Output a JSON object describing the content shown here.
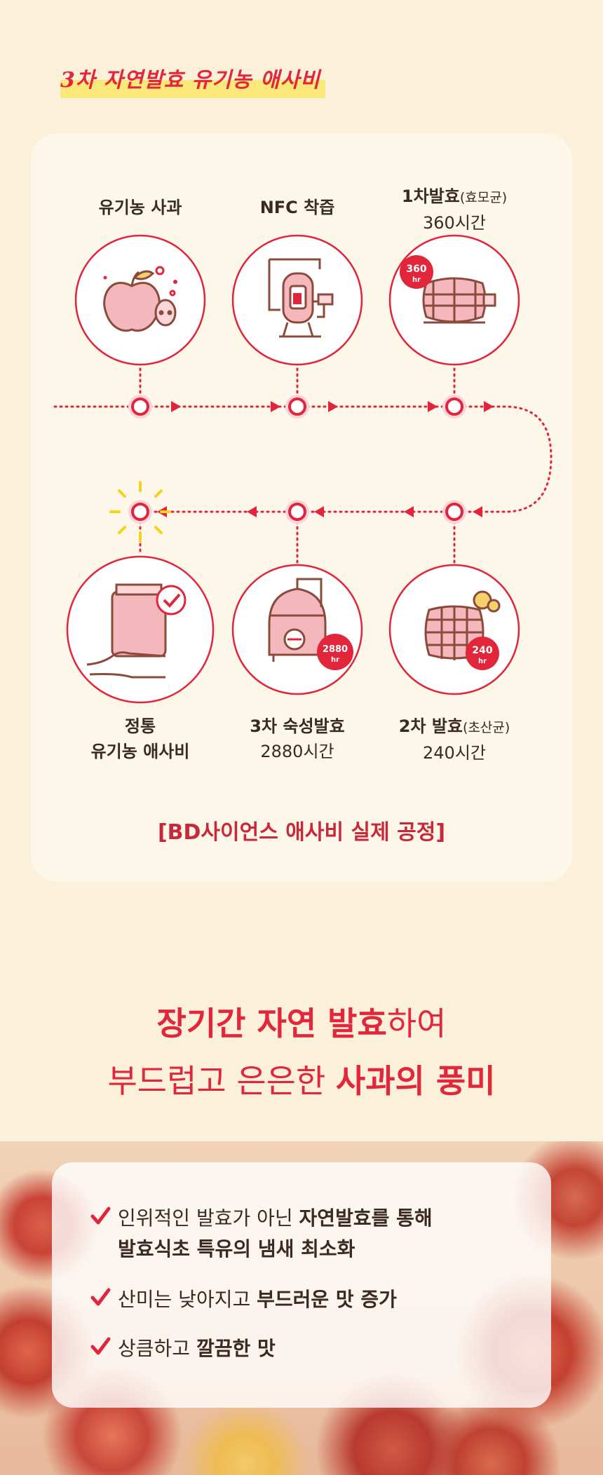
{
  "title": "3차 자연발효 유기농 애사비",
  "steps": [
    {
      "label": "유기농 사과",
      "icon": "apple-icon"
    },
    {
      "label": "NFC 착즙",
      "icon": "juicer-icon"
    },
    {
      "label": "1차발효",
      "label_small": "(효모균)",
      "sub": "360시간",
      "badge": "360",
      "badge_unit": "hr",
      "icon": "barrel-icon"
    },
    {
      "label": "2차 발효",
      "label_small": "(초산균)",
      "sub": "240시간",
      "badge": "240",
      "badge_unit": "hr",
      "icon": "barrel-icon"
    },
    {
      "label": "3차 숙성발효",
      "sub": "2880시간",
      "badge": "2880",
      "badge_unit": "hr",
      "icon": "fermentation-tank-icon"
    },
    {
      "label": "정통",
      "sub": "유기농 애사비",
      "icon": "hand-bottle-check-icon"
    }
  ],
  "process_caption": "[BD사이언스 애사비 실제 공정]",
  "headline": {
    "line1_bold": "장기간 자연 발효",
    "line1_regular": "하여",
    "line2_regular": "부드럽고 은은한 ",
    "line2_bold": "사과의 풍미"
  },
  "checks": [
    {
      "regular": "인위적인 발효가 아닌 ",
      "bold": "자연발효를 통해",
      "line2": "발효식초 특유의 냄새 최소화"
    },
    {
      "regular": "산미는 낮아지고 ",
      "bold": "부드러운 맛 증가"
    },
    {
      "regular": "상큼하고 ",
      "bold": "깔끔한 맛"
    }
  ],
  "colors": {
    "accent": "#e1253a",
    "background": "#fbf1db",
    "card": "#fdf7e9",
    "highlight": "#fbe87a",
    "icon_fill": "#f4b7bc",
    "icon_line": "#7a4a3a"
  }
}
